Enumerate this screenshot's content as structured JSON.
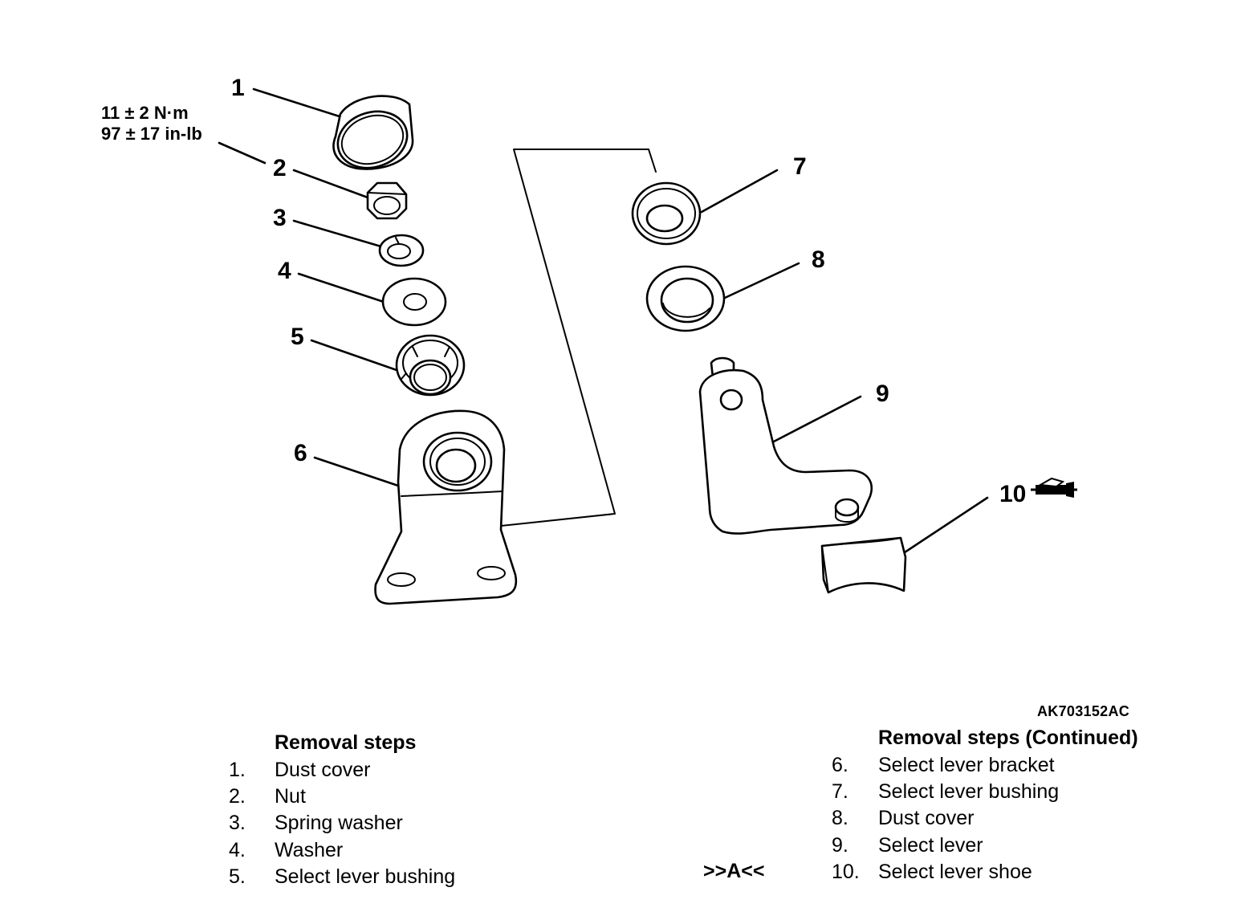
{
  "torque": {
    "line1": "11 ± 2 N·m",
    "line2": "97 ± 17 in-lb"
  },
  "callouts": {
    "c1": "1",
    "c2": "2",
    "c3": "3",
    "c4": "4",
    "c5": "5",
    "c6": "6",
    "c7": "7",
    "c8": "8",
    "c9": "9",
    "c10": "10"
  },
  "illustration_code": "AK703152AC",
  "removal_steps": {
    "heading": "Removal steps",
    "steps": [
      {
        "num": "1.",
        "label": "Dust cover"
      },
      {
        "num": "2.",
        "label": "Nut"
      },
      {
        "num": "3.",
        "label": "Spring washer"
      },
      {
        "num": "4.",
        "label": "Washer"
      },
      {
        "num": "5.",
        "label": "Select lever bushing"
      }
    ]
  },
  "removal_steps_continued": {
    "heading": "Removal steps (Continued)",
    "note": ">>A<<",
    "steps": [
      {
        "num": "6.",
        "label": "Select lever bracket"
      },
      {
        "num": "7.",
        "label": "Select lever bushing"
      },
      {
        "num": "8.",
        "label": "Dust cover"
      },
      {
        "num": "9.",
        "label": "Select lever"
      },
      {
        "num": "10.",
        "label": "Select lever shoe"
      }
    ]
  },
  "icons": {
    "grease": "grease-gun-icon"
  }
}
